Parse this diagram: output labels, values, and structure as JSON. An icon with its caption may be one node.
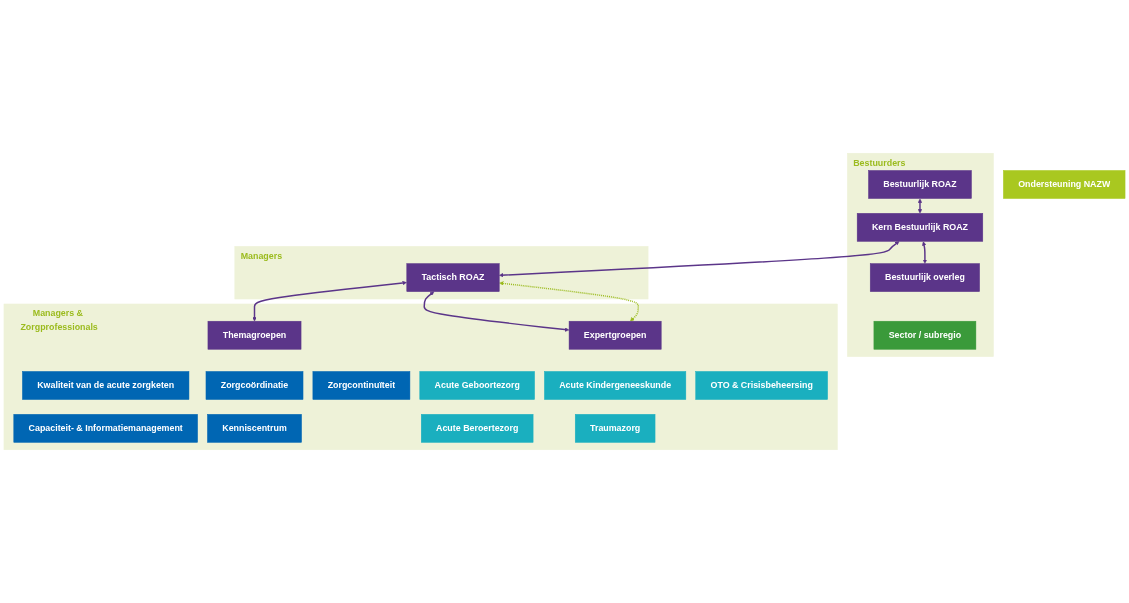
{
  "diagram": {
    "nodes": [
      {
        "text": [
          "Ondersteuning NAZW"
        ]
      },
      {
        "text": [
          "Bestuurders"
        ]
      },
      {
        "text": [
          "Bestuurlijk ROAZ"
        ],
        "in": 1
      },
      {
        "text": [
          "Kern Bestuurlijk ROAZ"
        ],
        "in": 1
      },
      {
        "text": [
          "Bestuurlijk overleg"
        ],
        "in": 1
      },
      {
        "text": [
          "Sector / subregio"
        ],
        "in": 1
      },
      {
        "text": [
          "Managers"
        ]
      },
      {
        "text": [
          "Tactisch ROAZ"
        ],
        "in": 6
      },
      {
        "text": [
          "Managers & Zorgprofessionals"
        ]
      },
      {
        "text": [
          "Themagroepen"
        ],
        "in": 8
      },
      {
        "text": [
          "Kwaliteit van de acute zorgketen"
        ],
        "in": 8
      },
      {
        "text": [
          "Zorgcoördinatie"
        ],
        "in": 8
      },
      {
        "text": [
          "Zorgcontinuïteit"
        ],
        "in": 8
      },
      {
        "text": [
          "Capaciteit- & Informatiemanagement"
        ],
        "in": 8
      },
      {
        "text": [
          "Kenniscentrum"
        ],
        "in": 8
      },
      {
        "text": [
          "Expertgroepen"
        ],
        "in": 8
      },
      {
        "text": [
          "Acute Geboortezorg"
        ],
        "in": 8
      },
      {
        "text": [
          "Acute Kindergeneeskunde"
        ],
        "in": 8
      },
      {
        "text": [
          "OTO & Crisisbeheersing"
        ],
        "in": 8
      },
      {
        "text": [
          "Acute Beroertezorg"
        ],
        "in": 8
      },
      {
        "text": [
          "Traumazorg"
        ],
        "in": 8
      }
    ],
    "edges": [
      {
        "from": 2,
        "to": 3,
        "arrow": "both"
      },
      {
        "from": 3,
        "to": 4,
        "arrow": "both"
      },
      {
        "from": 3,
        "to": 7,
        "arrow": "both"
      },
      {
        "from": 7,
        "to": 9,
        "arrow": "both"
      },
      {
        "from": 7,
        "to": 15,
        "arrow": "both"
      },
      {
        "from": 7,
        "to": 15,
        "arrow": "both",
        "style": "dashed",
        "color": "#9bbb1e"
      }
    ]
  }
}
